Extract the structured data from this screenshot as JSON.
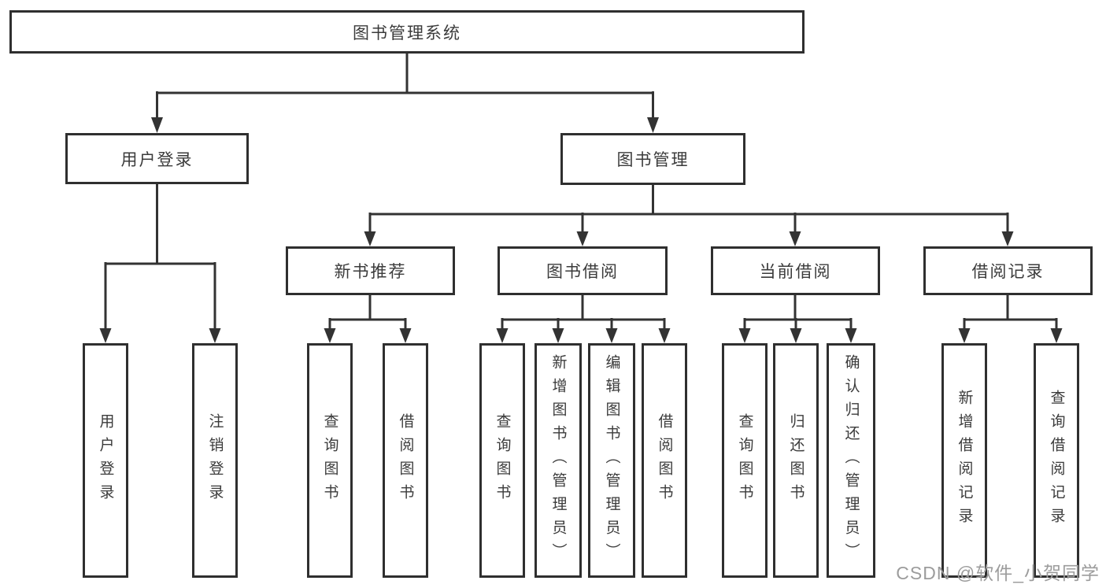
{
  "tree": {
    "root": {
      "label": "图书管理系统"
    },
    "branches": [
      {
        "label": "用户登录",
        "children": [
          {
            "label": "用户登录"
          },
          {
            "label": "注销登录"
          }
        ]
      },
      {
        "label": "图书管理",
        "children": [
          {
            "label": "新书推荐",
            "children": [
              {
                "label": "查询图书"
              },
              {
                "label": "借阅图书"
              }
            ]
          },
          {
            "label": "图书借阅",
            "children": [
              {
                "label": "查询图书"
              },
              {
                "label": "新增图书（管理员）"
              },
              {
                "label": "编辑图书（管理员）"
              },
              {
                "label": "借阅图书"
              }
            ]
          },
          {
            "label": "当前借阅",
            "children": [
              {
                "label": "查询图书"
              },
              {
                "label": "归还图书"
              },
              {
                "label": "确认归还（管理员）"
              }
            ]
          },
          {
            "label": "借阅记录",
            "children": [
              {
                "label": "新增借阅记录"
              },
              {
                "label": "查询借阅记录"
              }
            ]
          }
        ]
      }
    ]
  },
  "watermark": "CSDN @软件_小贺同学",
  "colors": {
    "line": "#333333",
    "box_border": "#2f2f2f",
    "text": "#3b3b3b",
    "watermark": "#9c9c9c",
    "background": "#ffffff"
  }
}
